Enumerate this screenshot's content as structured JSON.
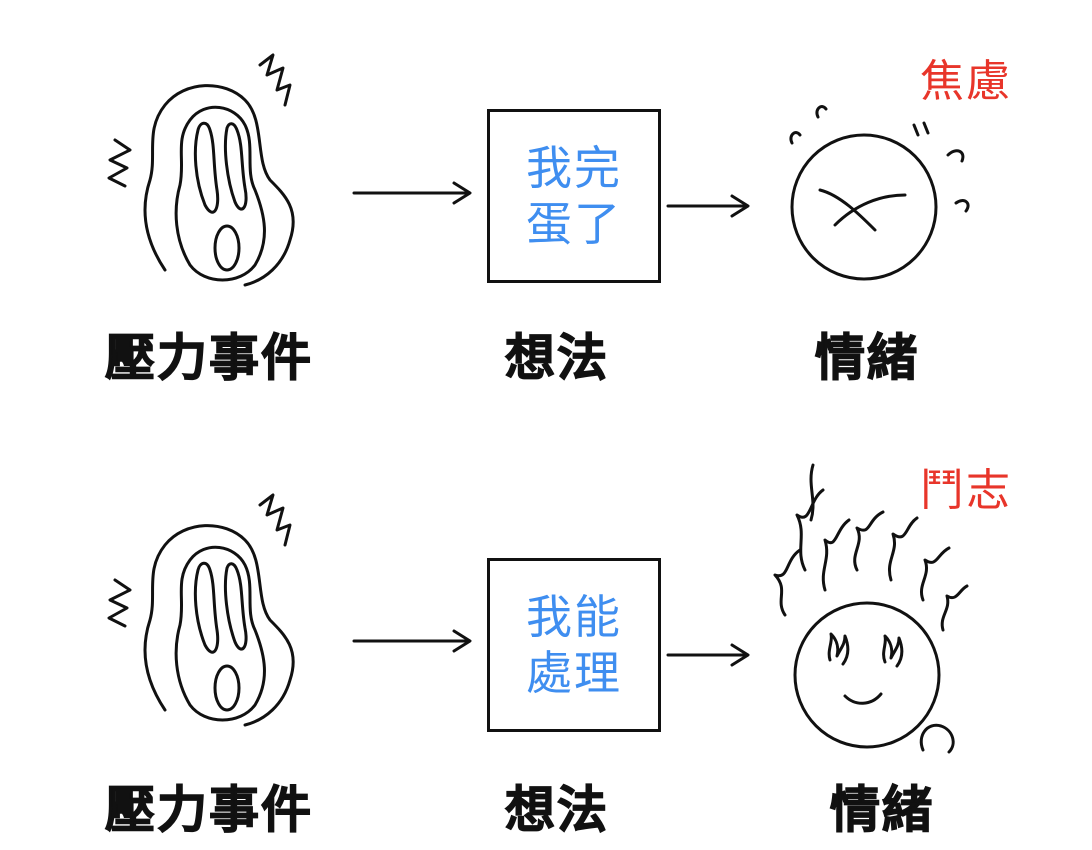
{
  "colors": {
    "ink": "#111111",
    "thought_text": "#3f8ef0",
    "emotion_tag": "#e8352a"
  },
  "rows": [
    {
      "event_label": "壓力事件",
      "thought_label": "想法",
      "thought_lines": [
        "我完",
        "蛋了"
      ],
      "emotion_label": "情緒",
      "emotion_tag": "焦慮",
      "face": "anxious-face-icon"
    },
    {
      "event_label": "壓力事件",
      "thought_label": "想法",
      "thought_lines": [
        "我能",
        "處理"
      ],
      "emotion_label": "情緒",
      "emotion_tag": "鬥志",
      "face": "fired-up-face-icon"
    }
  ]
}
